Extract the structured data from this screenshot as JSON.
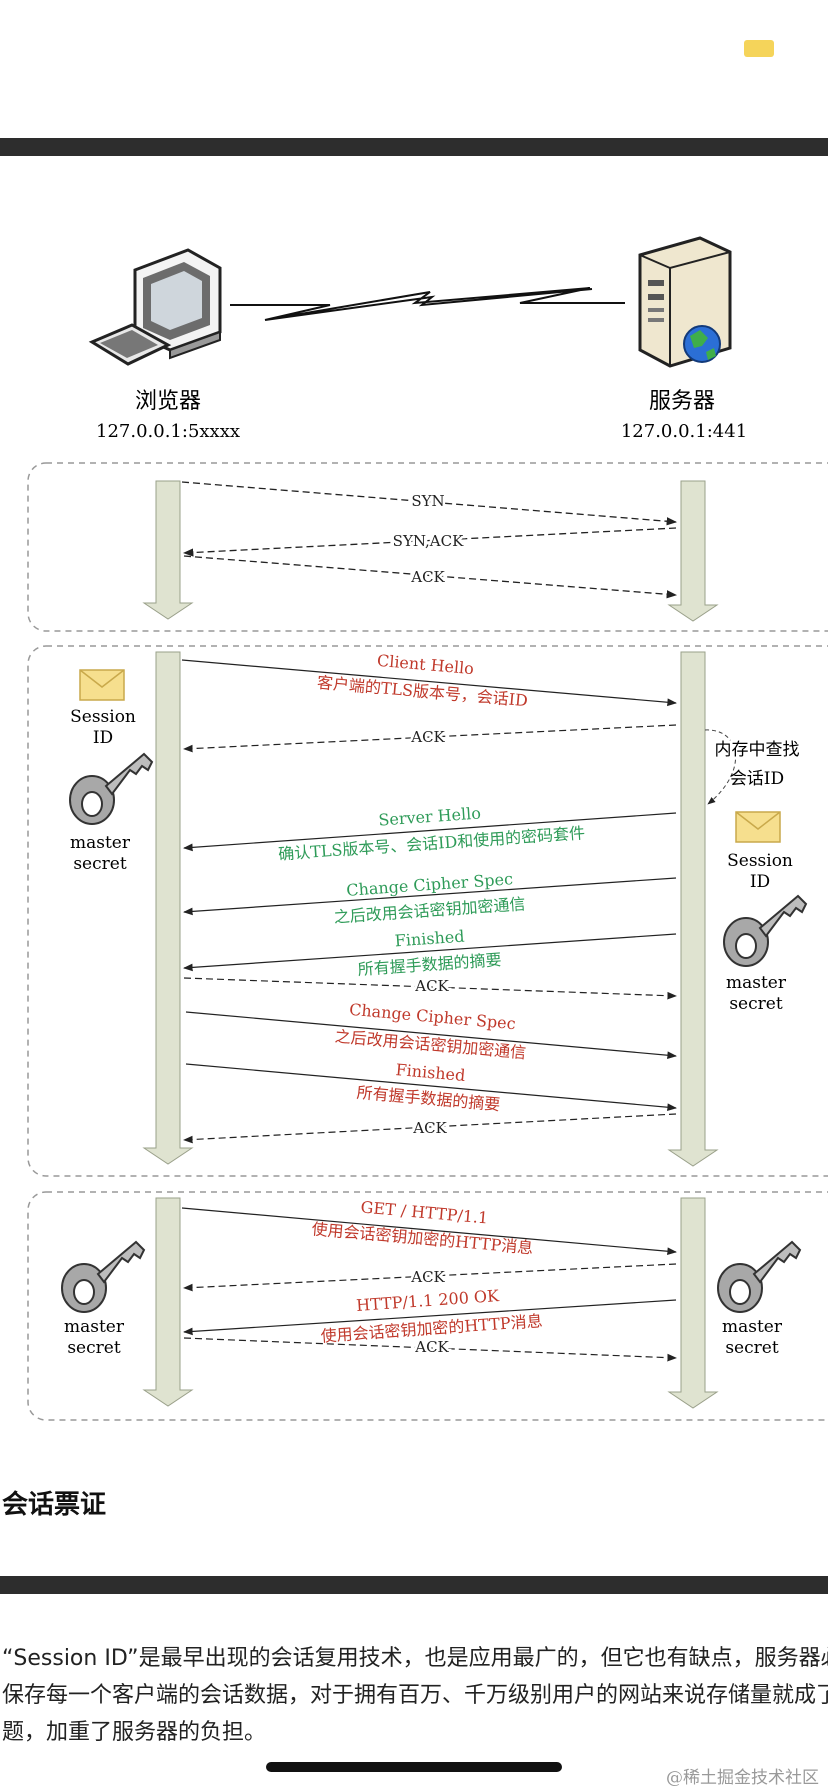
{
  "header": {
    "badge_color": "#f5d45a"
  },
  "diagram": {
    "client_label": "浏览器",
    "client_addr": "127.0.0.1:5xxxx",
    "server_label": "服务器",
    "server_addr": "127.0.0.1:441",
    "handshake_tcp": {
      "syn": "SYN",
      "syn_ack": "SYN,ACK",
      "ack": "ACK"
    },
    "tls": {
      "session_id_label": "Session\nID",
      "master_secret_label": "master\nsecret",
      "client_hello": "Client Hello",
      "client_hello_desc": "客户端的TLS版本号，会话ID",
      "ack1": "ACK",
      "lookup_line1": "内存中查找",
      "lookup_line2": "会话ID",
      "server_hello": "Server Hello",
      "server_hello_desc": "确认TLS版本号、会话ID和使用的密码套件",
      "server_ccs": "Change Cipher Spec",
      "server_ccs_desc": "之后改用会话密钥加密通信",
      "server_finished": "Finished",
      "server_finished_desc": "所有握手数据的摘要",
      "ack2": "ACK",
      "client_ccs": "Change Cipher Spec",
      "client_ccs_desc": "之后改用会话密钥加密通信",
      "client_finished": "Finished",
      "client_finished_desc": "所有握手数据的摘要",
      "ack3": "ACK"
    },
    "http": {
      "request": "GET / HTTP/1.1",
      "request_desc": "使用会话密钥加密的HTTP消息",
      "ack1": "ACK",
      "response": "HTTP/1.1 200 OK",
      "response_desc": "使用会话密钥加密的HTTP消息",
      "ack2": "ACK"
    },
    "colors": {
      "red": "#c0392b",
      "green": "#2e9b58",
      "lifeline": "#dfe3d0"
    }
  },
  "section": {
    "heading": "会话票证",
    "paragraph_lines": [
      "“Session ID”是最早出现的会话复用技术，也是应用最广的，但它也有缺点，服务器必须",
      "保存每一个客户端的会话数据，对于拥有百万、千万级别用户的网站来说存储量就成了大问",
      "题，加重了服务器的负担。"
    ]
  },
  "footer": {
    "watermark": "@稀土掘金技术社区"
  }
}
